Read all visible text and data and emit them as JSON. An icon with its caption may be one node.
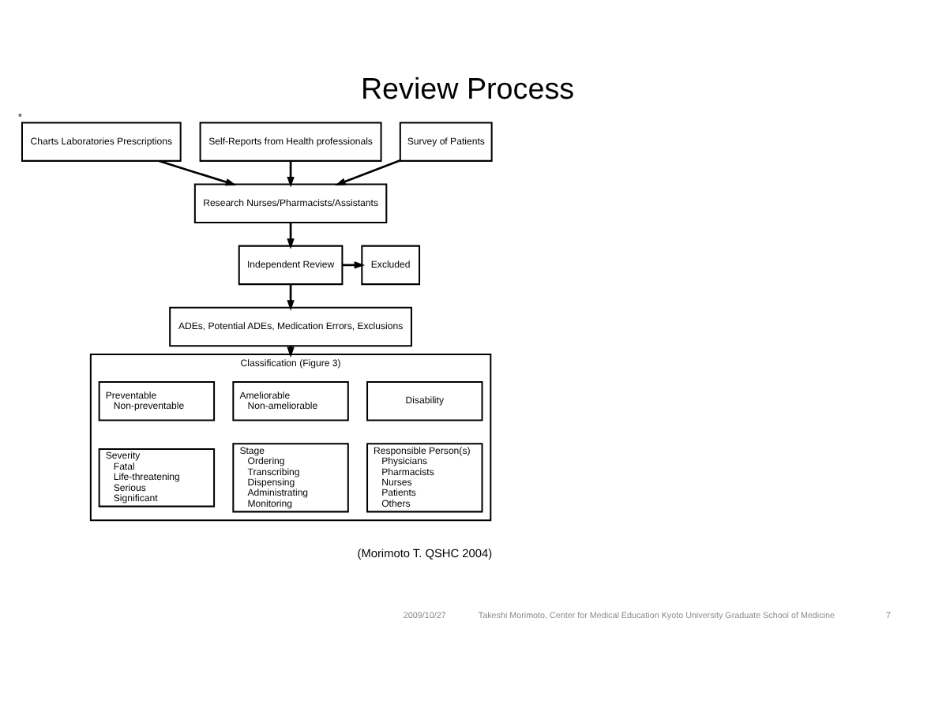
{
  "diagram": {
    "title": "Review Process",
    "nodes": [
      {
        "text": [
          "Charts Laboratories Prescriptions"
        ],
        "beside": [
          "*"
        ]
      },
      {
        "text": [
          "Self-Reports from Health professionals"
        ]
      },
      {
        "text": [
          "Survey of Patients"
        ]
      },
      {
        "text": [
          "Research Nurses/Pharmacists/Assistants"
        ]
      },
      {
        "text": [
          "Excluded"
        ]
      },
      {
        "text": [
          "Independent Review"
        ]
      },
      {
        "text": [
          "ADEs, Potential ADEs, Medication Errors, Exclusions"
        ]
      },
      {
        "text": [
          "Classification (Figure 3)"
        ]
      },
      {
        "text": [
          "Preventable",
          "Non-preventable"
        ],
        "in": 7
      },
      {
        "text": [
          "Ameliorable",
          "Non-ameliorable"
        ],
        "in": 7
      },
      {
        "text": [
          "Disability"
        ],
        "in": 7
      },
      {
        "text": [
          "Severity",
          "Fatal",
          "Life-threatening",
          "Serious",
          "Significant"
        ],
        "in": 7
      },
      {
        "text": [
          "Stage",
          "Ordering",
          "Transcribing",
          "Dispensing",
          "Administrating",
          "Monitoring"
        ],
        "in": 7
      },
      {
        "text": [
          "Responsible Person(s)",
          "Physicians",
          "Pharmacists",
          "Nurses",
          "Patients",
          "Others"
        ],
        "in": 7
      }
    ],
    "edges": [
      {
        "from": 0,
        "to": 3,
        "arrow": "to"
      },
      {
        "from": 1,
        "to": 3,
        "arrow": "to"
      },
      {
        "from": 2,
        "to": 3,
        "arrow": "to"
      },
      {
        "from": 3,
        "to": 5,
        "arrow": "to"
      },
      {
        "from": 5,
        "to": 4,
        "arrow": "to"
      },
      {
        "from": 5,
        "to": 6,
        "arrow": "to"
      },
      {
        "from": 6,
        "to": 7,
        "arrow": "to"
      }
    ],
    "labels": [
      "(Morimoto T. QSHC 2004)",
      "2009/10/27",
      "Takeshi Morimoto, Center for Medical Education Kyoto University Graduate School of Medicine",
      "7"
    ]
  }
}
